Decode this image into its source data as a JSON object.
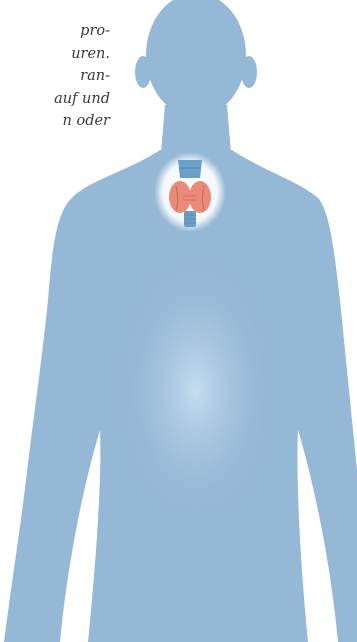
{
  "caption": {
    "lines": [
      "pro-",
      "uren.",
      "ran-",
      "auf und",
      "n oder"
    ]
  },
  "colors": {
    "body": "#95b8d6",
    "body_highlight": "#bdd7ea",
    "thyroid": "#e98b78",
    "thyroid_dark": "#cf6a58",
    "larynx": "#6a9fc7",
    "glow": "#ffffff"
  },
  "icons": [
    "human-silhouette",
    "thyroid-gland",
    "larynx",
    "trachea"
  ]
}
